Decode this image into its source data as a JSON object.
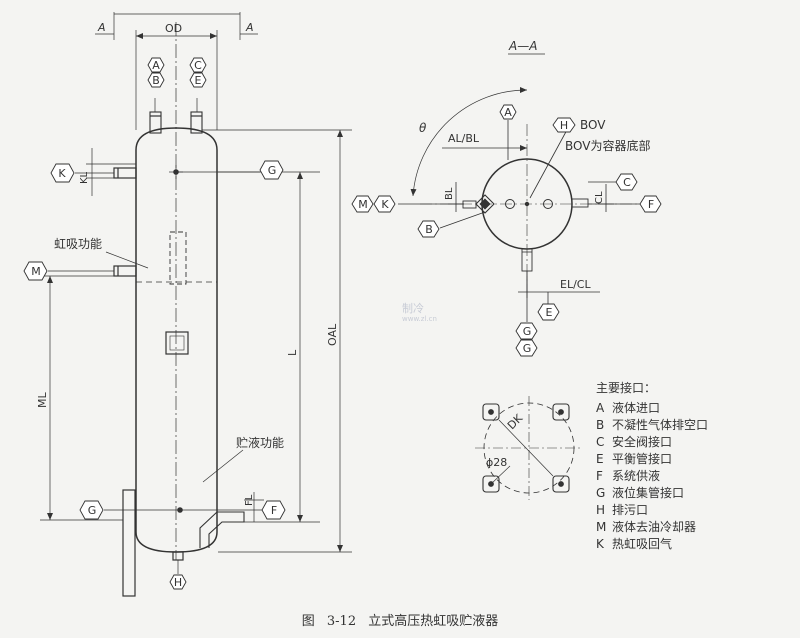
{
  "dimensions": {
    "od": "OD",
    "kl": "KL",
    "l": "L",
    "oal": "OAL",
    "ml": "ML",
    "fl": "FL",
    "al_bl": "AL/BL",
    "bl": "BL",
    "cl": "CL",
    "el_cl": "EL/CL",
    "dk": "DK",
    "diam": "ϕ28",
    "theta": "θ"
  },
  "section": {
    "cut_a": "A",
    "section_title": "A—A",
    "bov": "BOV",
    "bov_note": "BOV为容器底部"
  },
  "annotations": {
    "siphon": "虹吸功能",
    "storage": "贮液功能"
  },
  "bubbles": {
    "a": "A",
    "b": "B",
    "c": "C",
    "e": "E",
    "f": "F",
    "g": "G",
    "h": "H",
    "k": "K",
    "m": "M"
  },
  "legend": {
    "title": "主要接口：",
    "items": [
      {
        "code": "A",
        "text": "液体进口"
      },
      {
        "code": "B",
        "text": "不凝性气体排空口"
      },
      {
        "code": "C",
        "text": "安全阀接口"
      },
      {
        "code": "E",
        "text": "平衡管接口"
      },
      {
        "code": "F",
        "text": "系统供液"
      },
      {
        "code": "G",
        "text": "液位集管接口"
      },
      {
        "code": "H",
        "text": "排污口"
      },
      {
        "code": "M",
        "text": "液体去油冷却器"
      },
      {
        "code": "K",
        "text": "热虹吸回气"
      }
    ]
  },
  "caption": "图 3-12 立式高压热虹吸贮液器",
  "watermark": {
    "line1": "制冷",
    "line2": "www.zl.cn"
  }
}
